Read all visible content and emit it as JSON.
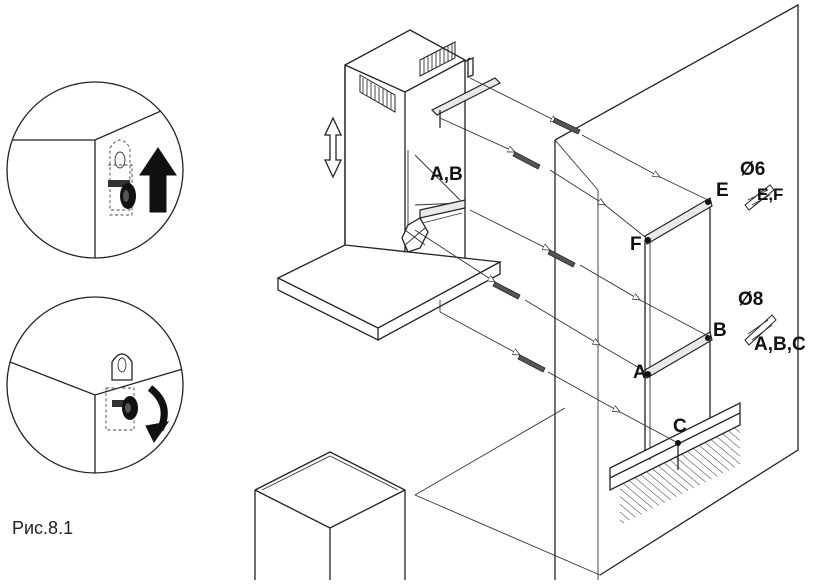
{
  "figure": {
    "caption": "Рис.8.1",
    "labels": {
      "ab_hood": "A,B",
      "e": "E",
      "f": "F",
      "b": "B",
      "a": "A",
      "c": "C",
      "diam6": "Ø6",
      "ef_drill": "E,F",
      "diam8": "Ø8",
      "abc_drill": "A,B,C"
    }
  },
  "icons": [
    "up-arrow-icon",
    "rotate-arrow-icon",
    "vertical-double-arrow-icon",
    "drill-bit-icon",
    "wall-plug-icon",
    "screw-icon",
    "keyhole-bracket-icon"
  ]
}
